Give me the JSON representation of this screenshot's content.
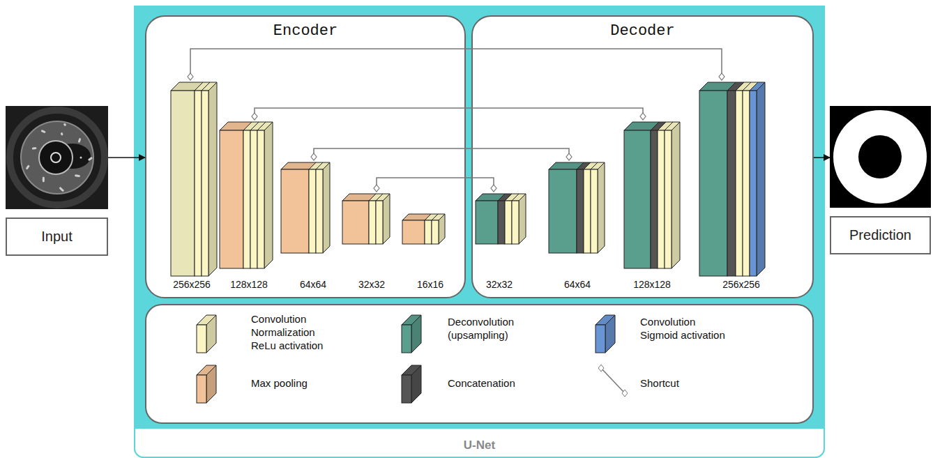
{
  "diagram": {
    "nodes": [
      {
        "text": [
          "U-Net"
        ]
      },
      {
        "text": [
          "Encoder"
        ],
        "in": 0
      },
      {
        "text": [
          "Decoder"
        ],
        "in": 0
      },
      {
        "text": [
          "Input"
        ]
      },
      {
        "text": [
          "Prediction"
        ]
      }
    ],
    "edges": [
      {
        "from": 3,
        "to": 1,
        "arrow": "to"
      },
      {
        "from": 2,
        "to": 4,
        "arrow": "to"
      }
    ],
    "labels": [
      "256x256",
      "128x128",
      "64x64",
      "32x32",
      "16x16",
      "32x32",
      "64x64",
      "128x128",
      "256x256"
    ],
    "legend": [
      {
        "text": "Convolution Normalization ReLu activation",
        "color": "#fbf6c4"
      },
      {
        "text": "Deconvolution (upsampling)",
        "color": "#5a9e8e"
      },
      {
        "text": "Convolution Sigmoid activation",
        "color": "#6a95d4"
      },
      {
        "text": "Max pooling",
        "color": "#f2c398"
      },
      {
        "text": "Concatenation",
        "color": "#555555"
      },
      {
        "text": "Shortcut"
      }
    ]
  }
}
